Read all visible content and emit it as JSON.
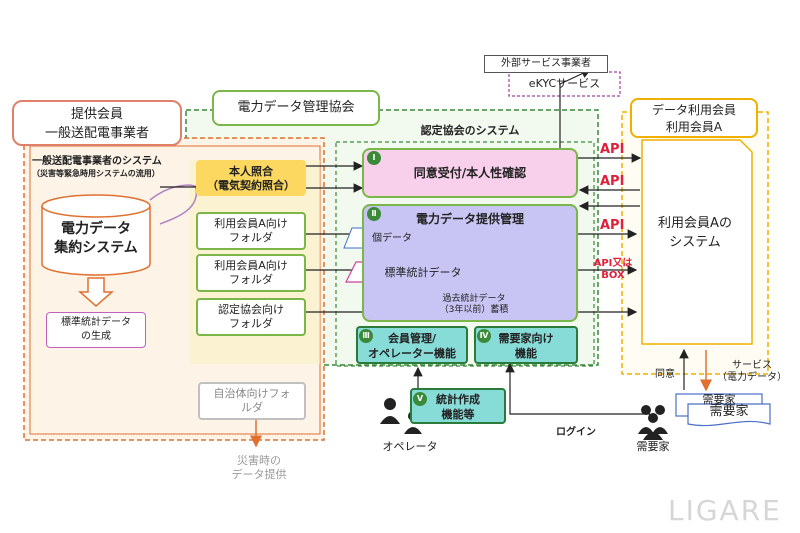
{
  "supplier": {
    "title_line1": "提供会員",
    "title_line2": "一般送配電事業者",
    "system_line1": "一般送配電事業者のシステム",
    "system_line2": "（災害等緊急時用システムの流用）",
    "db_line1": "電力データ",
    "db_line2": "集約システム",
    "std_stats_line1": "標準統計データ",
    "std_stats_line2": "の生成",
    "folder_identity_line1": "本人照合",
    "folder_identity_line2": "（電気契約照合）",
    "folder_a1_line1": "利用会員A向け",
    "folder_a1_line2": "フォルダ",
    "folder_a2_line1": "利用会員A向け",
    "folder_a2_line2": "フォルダ",
    "folder_assoc_line1": "認定協会向け",
    "folder_assoc_line2": "フォルダ",
    "folder_local_line1": "自治体向けフォ",
    "folder_local_line2": "ルダ",
    "disaster_line1": "災害時の",
    "disaster_line2": "データ提供"
  },
  "association": {
    "title": "電力データ管理協会",
    "system_title": "認定協会のシステム",
    "consent": "同意受付/本人性確認",
    "provision": "電力データ提供管理",
    "individual": "個データ",
    "standard": "標準統計データ",
    "past_line1": "過去統計データ",
    "past_line2": "（3年以前）蓄積",
    "member_mgmt_line1": "会員管理/",
    "member_mgmt_line2": "オペレーター機能",
    "consumer_func_line1": "需要家向け",
    "consumer_func_line2": "機能",
    "stats_line1": "統計作成",
    "stats_line2": "機能等",
    "roman": [
      "Ⅰ",
      "Ⅱ",
      "Ⅲ",
      "Ⅳ",
      "Ⅴ"
    ]
  },
  "external": {
    "vendor": "外部サービス事業者",
    "ekyc": "eKYCサービス"
  },
  "user": {
    "title_line1": "データ利用会員",
    "title_line2": "利用会員A",
    "system_line1": "利用会員Aの",
    "system_line2": "システム",
    "api1": "API",
    "api2": "API",
    "api3": "API",
    "api_or_box_line1": "API又は",
    "api_or_box_line2": "BOX"
  },
  "consumers": {
    "consent": "同意",
    "service_line1": "サービス",
    "service_line2": "（電力データ）",
    "card_back": "需要家",
    "card_front": "需要家",
    "login": "ログイン",
    "consumer": "需要家",
    "operator": "オペレータ"
  },
  "watermark": "LIGARE",
  "colors": {
    "supplier_border": "#e07030",
    "association_border": "#3a8a3a",
    "user_border": "#f0b000",
    "consent_fill": "#f8d0ec",
    "provision_fill": "#c8c4f4",
    "func_fill": "#88dcd8",
    "identity_fill": "#fcd860",
    "api_text": "#e0203a",
    "card_border": "#4a6fc8"
  },
  "icons": [
    "database-icon",
    "down-arrow-icon",
    "people-icon",
    "operator-icon"
  ]
}
